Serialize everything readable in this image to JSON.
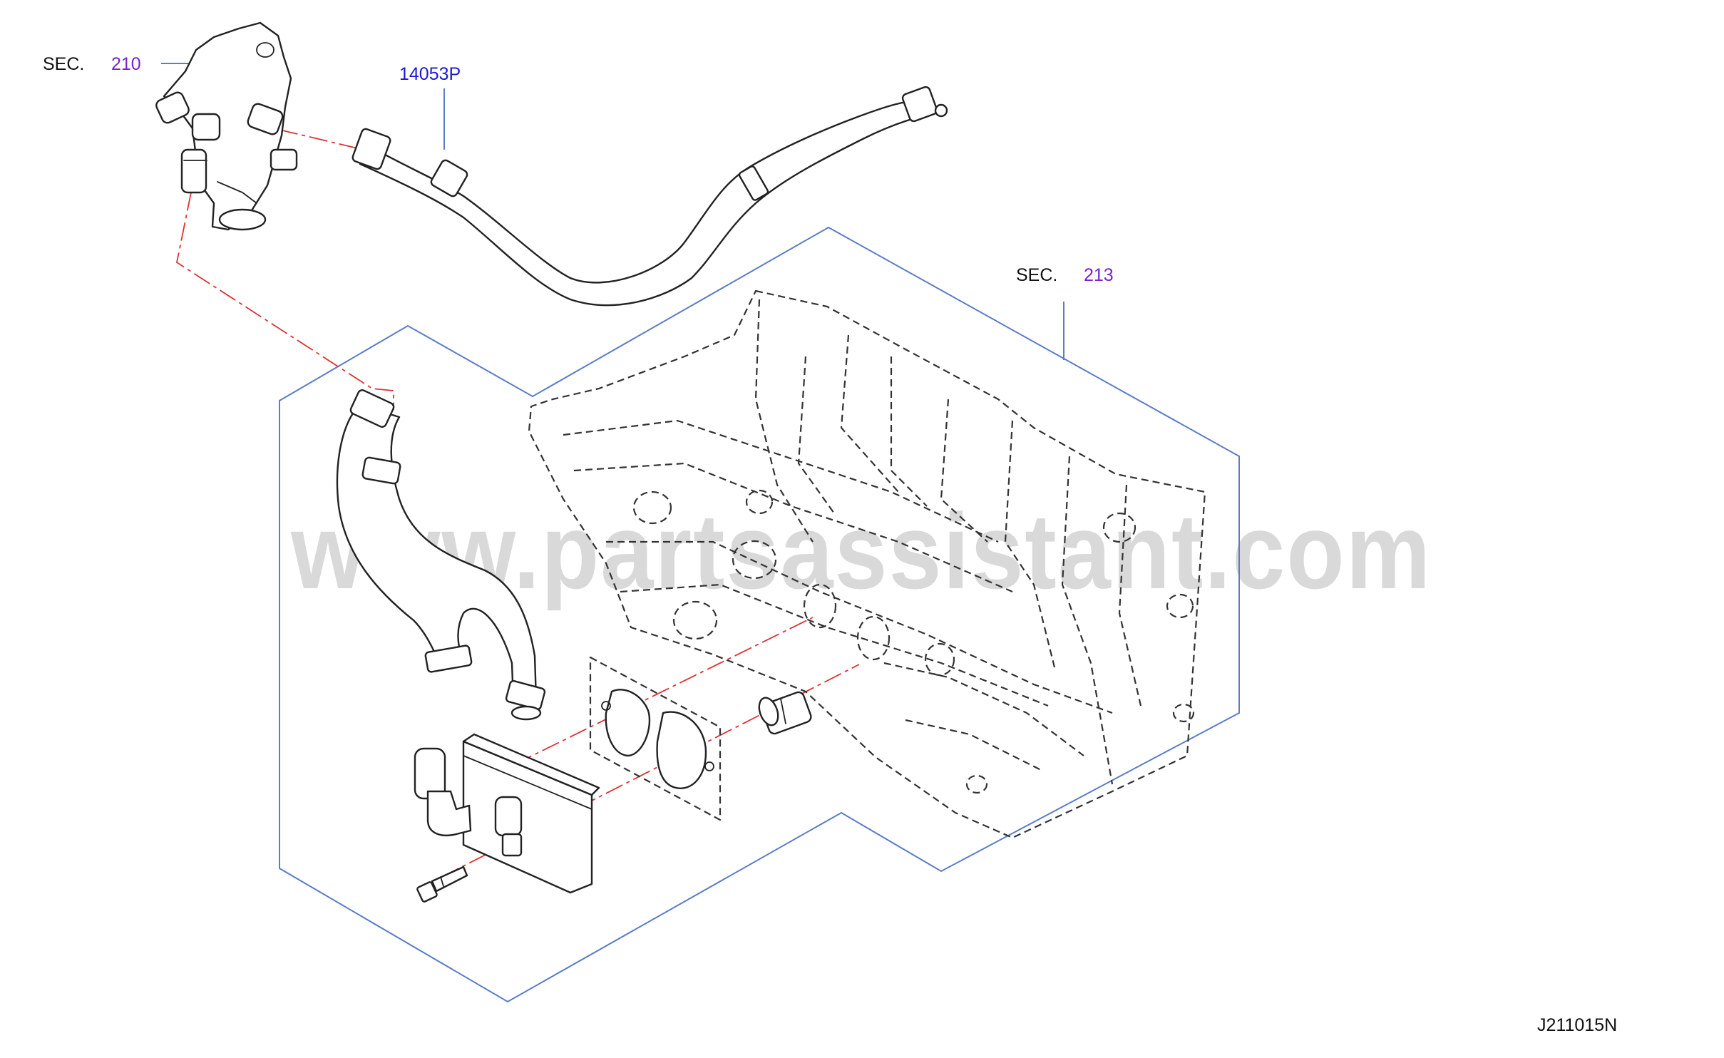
{
  "labels": {
    "sec_210": {
      "prefix": "SEC.",
      "number": "210"
    },
    "sec_213": {
      "prefix": "SEC.",
      "number": "213"
    },
    "part_14053p": "14053P",
    "diagram_code": "J211015N"
  },
  "watermark": "www.partsassistant.com",
  "colors": {
    "text": "#111111",
    "section_number": "#7a22cc",
    "part_number": "#1a1ad6",
    "leader_line": "#5b7cc8",
    "centerline": "#e03030",
    "watermark": "#d9d9d9"
  }
}
